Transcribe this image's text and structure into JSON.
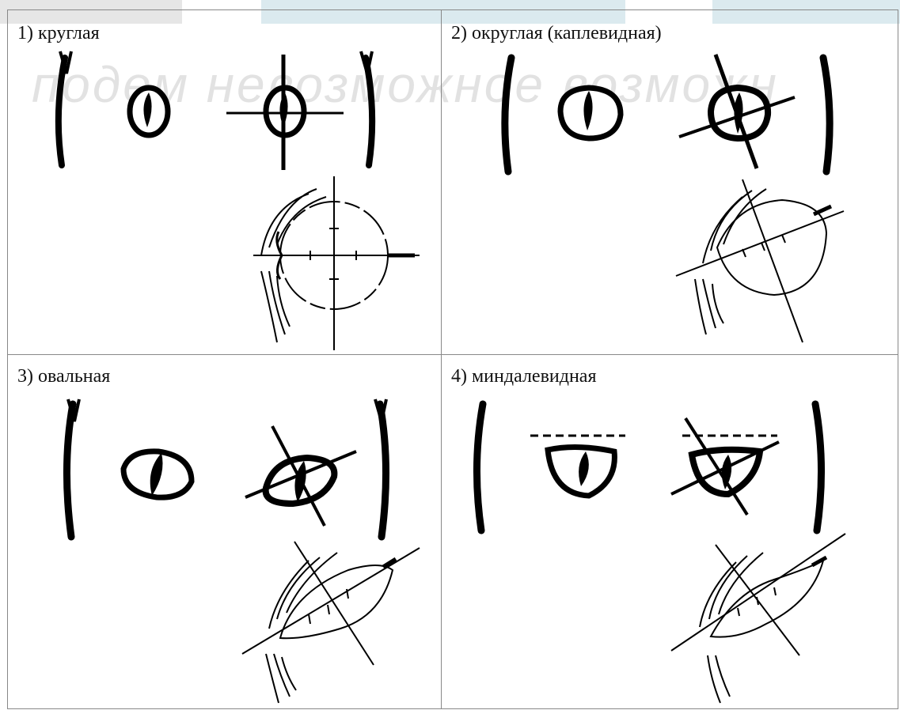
{
  "watermark": {
    "line1_color": "#cfe3ea",
    "line2": "подем невозможное возможн"
  },
  "panels": [
    {
      "label": "1) круглая"
    },
    {
      "label": "2) округлая (каплевидная)"
    },
    {
      "label": "3) овальная"
    },
    {
      "label": "4) миндалевидная"
    }
  ]
}
